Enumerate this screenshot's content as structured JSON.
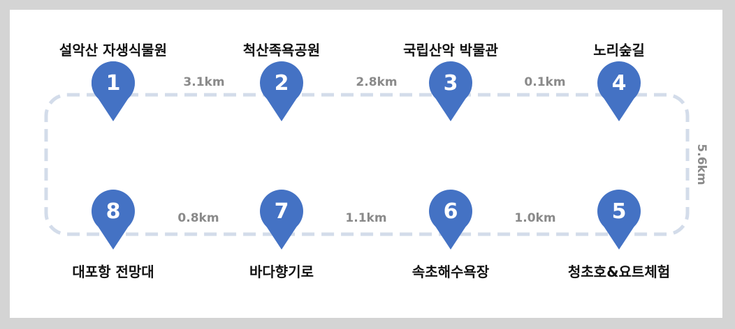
{
  "colors": {
    "pin": "#4472c4",
    "route": "#d3dcea",
    "distance": "#8a8a8a"
  },
  "stops": [
    {
      "num": "1",
      "name": "설악산 자생식물원"
    },
    {
      "num": "2",
      "name": "척산족욕공원"
    },
    {
      "num": "3",
      "name": "국립산악 박물관"
    },
    {
      "num": "4",
      "name": "노리숲길"
    },
    {
      "num": "5",
      "name": "청초호&요트체험"
    },
    {
      "num": "6",
      "name": "속초해수욕장"
    },
    {
      "num": "7",
      "name": "바다향기로"
    },
    {
      "num": "8",
      "name": "대포항 전망대"
    }
  ],
  "distances": [
    "3.1km",
    "2.8km",
    "0.1km",
    "5.6km",
    "1.0km",
    "1.1km",
    "0.8km"
  ]
}
